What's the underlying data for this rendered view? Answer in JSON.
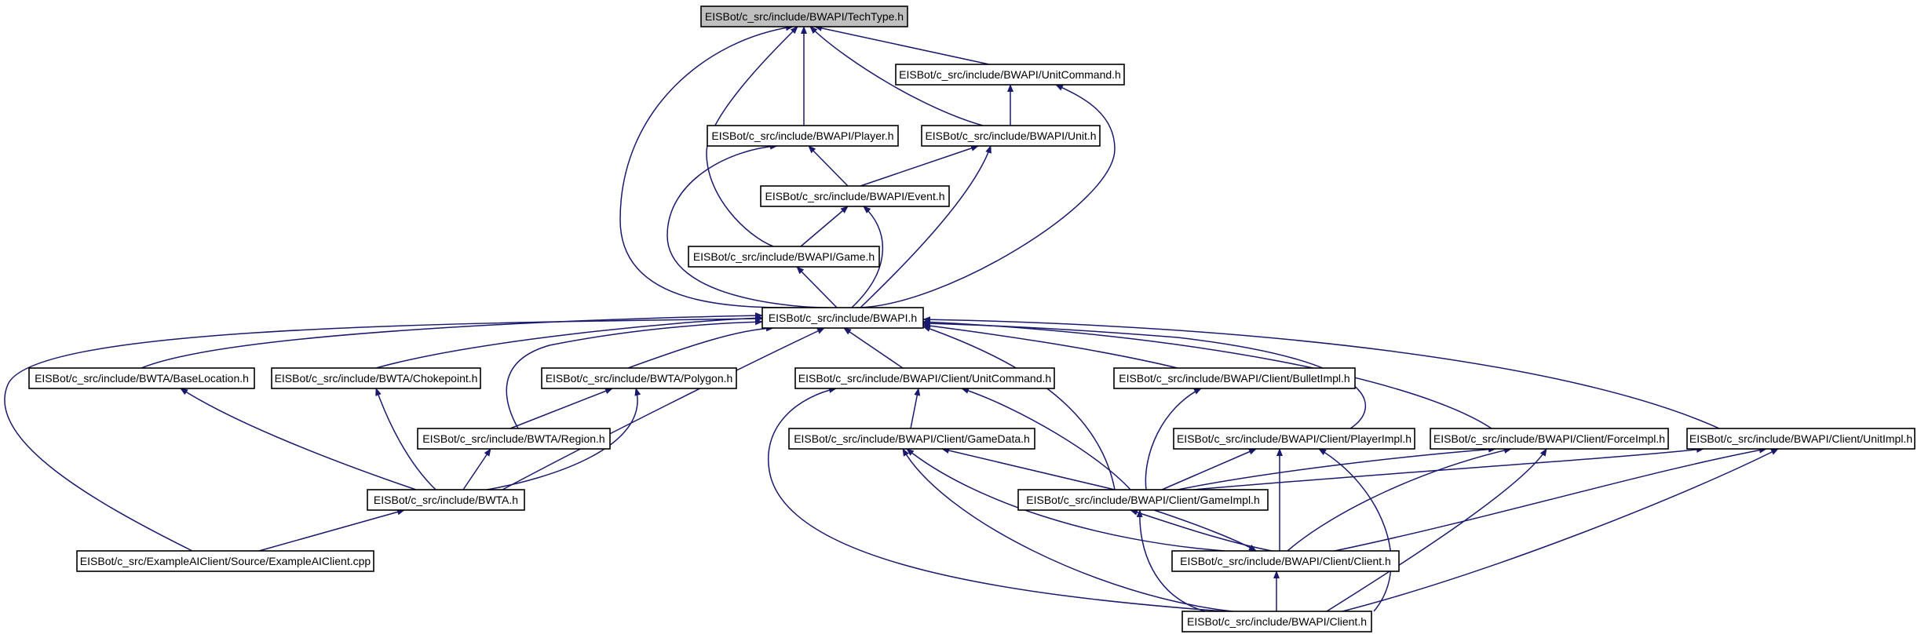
{
  "diagram": {
    "colors": {
      "edge": "#191970",
      "node_fill": "#ffffff",
      "root_fill": "#bfbfbf",
      "border": "#000000"
    },
    "nodes": {
      "techtype": "EISBot/c_src/include/BWAPI/TechType.h",
      "unitcommand": "EISBot/c_src/include/BWAPI/UnitCommand.h",
      "player": "EISBot/c_src/include/BWAPI/Player.h",
      "unit": "EISBot/c_src/include/BWAPI/Unit.h",
      "event": "EISBot/c_src/include/BWAPI/Event.h",
      "game": "EISBot/c_src/include/BWAPI/Game.h",
      "bwapi": "EISBot/c_src/include/BWAPI.h",
      "baselocation": "EISBot/c_src/include/BWTA/BaseLocation.h",
      "chokepoint": "EISBot/c_src/include/BWTA/Chokepoint.h",
      "polygon": "EISBot/c_src/include/BWTA/Polygon.h",
      "client_unitcommand": "EISBot/c_src/include/BWAPI/Client/UnitCommand.h",
      "bulletimpl": "EISBot/c_src/include/BWAPI/Client/BulletImpl.h",
      "region": "EISBot/c_src/include/BWTA/Region.h",
      "gamedata": "EISBot/c_src/include/BWAPI/Client/GameData.h",
      "playerimpl": "EISBot/c_src/include/BWAPI/Client/PlayerImpl.h",
      "forceimpl": "EISBot/c_src/include/BWAPI/Client/ForceImpl.h",
      "unitimpl": "EISBot/c_src/include/BWAPI/Client/UnitImpl.h",
      "bwta": "EISBot/c_src/include/BWTA.h",
      "gameimpl": "EISBot/c_src/include/BWAPI/Client/GameImpl.h",
      "client_client": "EISBot/c_src/include/BWAPI/Client/Client.h",
      "exampleaiclient": "EISBot/c_src/ExampleAIClient/Source/ExampleAIClient.cpp",
      "bwapi_client": "EISBot/c_src/include/BWAPI/Client.h"
    },
    "edges": [
      [
        "techtype",
        "unitcommand"
      ],
      [
        "techtype",
        "player"
      ],
      [
        "techtype",
        "unit"
      ],
      [
        "techtype",
        "game"
      ],
      [
        "techtype",
        "bwapi"
      ],
      [
        "unitcommand",
        "unit"
      ],
      [
        "unitcommand",
        "bwapi"
      ],
      [
        "player",
        "event"
      ],
      [
        "player",
        "bwapi"
      ],
      [
        "unit",
        "event"
      ],
      [
        "unit",
        "bwapi"
      ],
      [
        "event",
        "game"
      ],
      [
        "event",
        "bwapi"
      ],
      [
        "game",
        "bwapi"
      ],
      [
        "bwapi",
        "baselocation"
      ],
      [
        "bwapi",
        "chokepoint"
      ],
      [
        "bwapi",
        "polygon"
      ],
      [
        "bwapi",
        "client_unitcommand"
      ],
      [
        "bwapi",
        "bulletimpl"
      ],
      [
        "bwapi",
        "region"
      ],
      [
        "bwapi",
        "playerimpl"
      ],
      [
        "bwapi",
        "forceimpl"
      ],
      [
        "bwapi",
        "unitimpl"
      ],
      [
        "bwapi",
        "bwta"
      ],
      [
        "bwapi",
        "gameimpl"
      ],
      [
        "bwapi",
        "exampleaiclient"
      ],
      [
        "baselocation",
        "bwta"
      ],
      [
        "chokepoint",
        "bwta"
      ],
      [
        "polygon",
        "region"
      ],
      [
        "polygon",
        "bwta"
      ],
      [
        "region",
        "bwta"
      ],
      [
        "bwta",
        "exampleaiclient"
      ],
      [
        "client_unitcommand",
        "gamedata"
      ],
      [
        "client_unitcommand",
        "gameimpl"
      ],
      [
        "client_unitcommand",
        "bwapi_client"
      ],
      [
        "bulletimpl",
        "gameimpl"
      ],
      [
        "gamedata",
        "gameimpl"
      ],
      [
        "gamedata",
        "client_client"
      ],
      [
        "gamedata",
        "bwapi_client"
      ],
      [
        "playerimpl",
        "gameimpl"
      ],
      [
        "playerimpl",
        "client_client"
      ],
      [
        "playerimpl",
        "bwapi_client"
      ],
      [
        "forceimpl",
        "gameimpl"
      ],
      [
        "forceimpl",
        "client_client"
      ],
      [
        "forceimpl",
        "bwapi_client"
      ],
      [
        "unitimpl",
        "gameimpl"
      ],
      [
        "unitimpl",
        "client_client"
      ],
      [
        "unitimpl",
        "bwapi_client"
      ],
      [
        "gameimpl",
        "client_client"
      ],
      [
        "gameimpl",
        "bwapi_client"
      ],
      [
        "client_client",
        "gameimpl"
      ],
      [
        "client_client",
        "bwapi_client"
      ]
    ]
  }
}
